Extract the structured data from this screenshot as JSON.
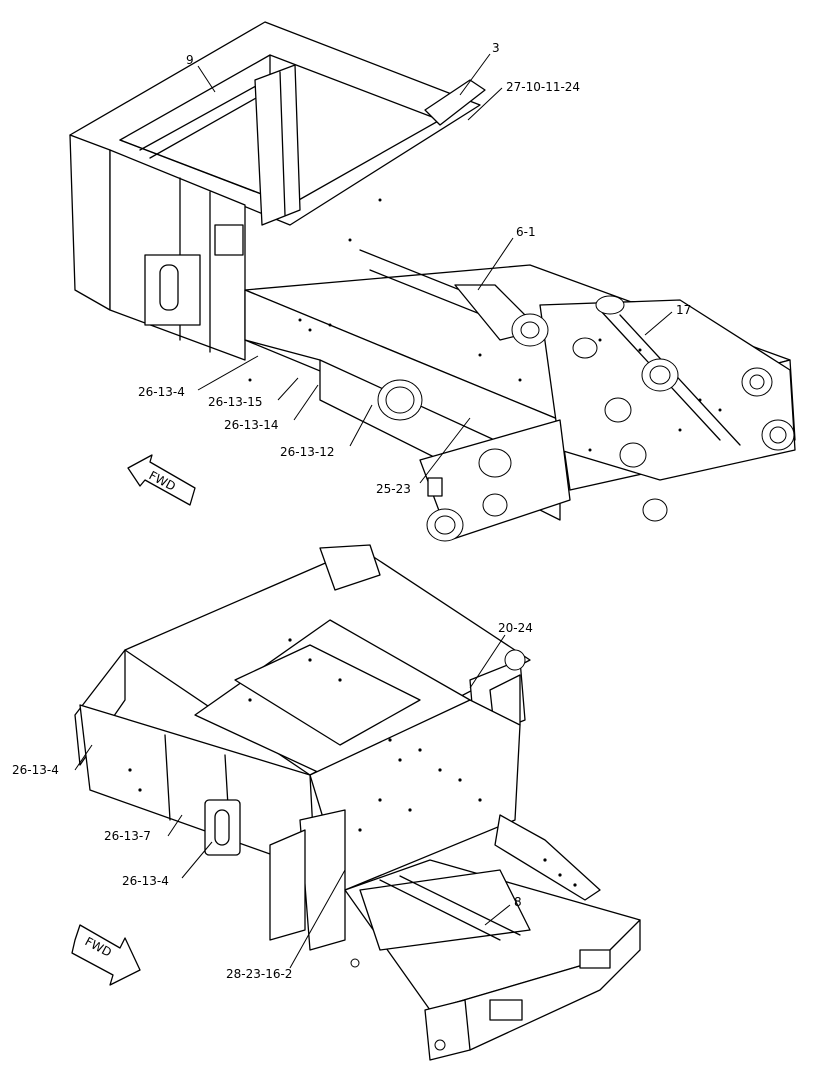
{
  "callouts_top": [
    {
      "id": "c9",
      "text": "9"
    },
    {
      "id": "c3",
      "text": "3"
    },
    {
      "id": "c27",
      "text": "27-10-11-24"
    },
    {
      "id": "c61",
      "text": "6-1"
    },
    {
      "id": "c17",
      "text": "17"
    },
    {
      "id": "c26134a",
      "text": "26-13-4"
    },
    {
      "id": "c261315",
      "text": "26-13-15"
    },
    {
      "id": "c261314",
      "text": "26-13-14"
    },
    {
      "id": "c261312",
      "text": "26-13-12"
    },
    {
      "id": "c2523",
      "text": "25-23"
    }
  ],
  "callouts_bottom": [
    {
      "id": "c2024",
      "text": "20-24"
    },
    {
      "id": "c26134b",
      "text": "26-13-4"
    },
    {
      "id": "c26137",
      "text": "26-13-7"
    },
    {
      "id": "c26134c",
      "text": "26-13-4"
    },
    {
      "id": "c8",
      "text": "8"
    },
    {
      "id": "c2823162",
      "text": "28-23-16-2"
    }
  ],
  "fwd_top": "FWD",
  "fwd_bottom": "FWD"
}
